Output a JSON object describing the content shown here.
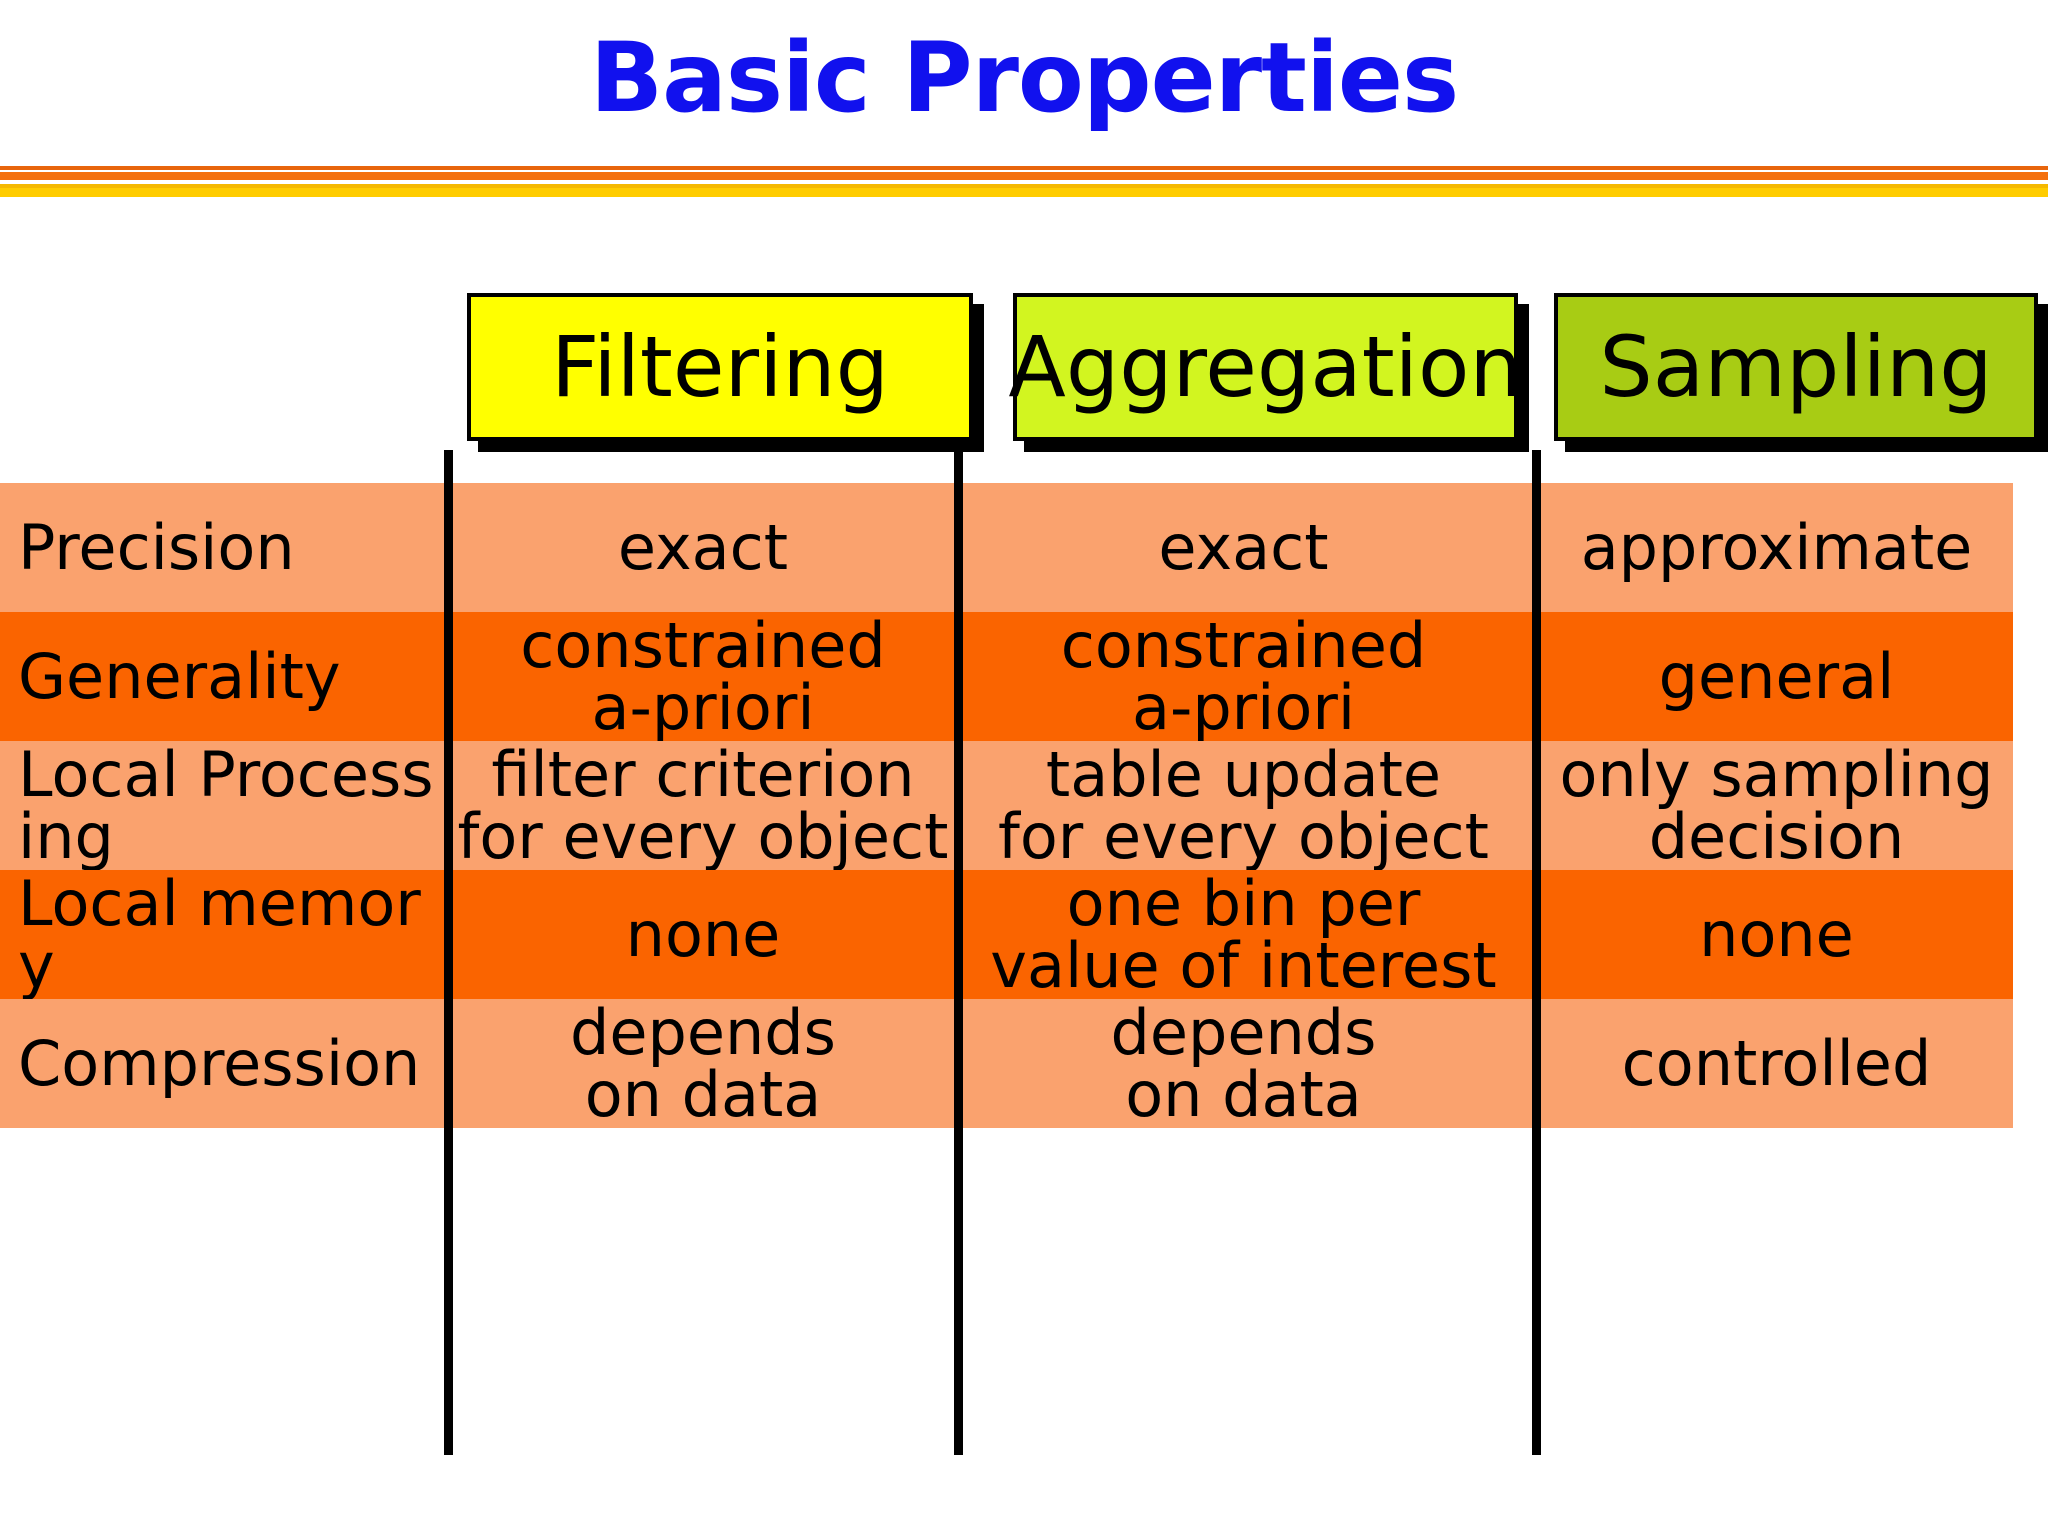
{
  "slide": {
    "title": "Basic Properties",
    "title_color": "#1111EE",
    "background": "#FFFFFF"
  },
  "divider": {
    "orange": "#F4700E",
    "gold": "#FFCC00"
  },
  "table": {
    "row_colors": {
      "light": "#FAA26E",
      "dark": "#FA6400"
    },
    "separator_color": "#000000",
    "column_headers": [
      {
        "label": "",
        "color": ""
      },
      {
        "label": "Filtering",
        "color": "#FFFF00"
      },
      {
        "label": "Aggregation",
        "color": "#D2F520"
      },
      {
        "label": "Sampling",
        "color": "#A8CC14"
      }
    ],
    "rows": [
      {
        "property": "Precision",
        "filtering": "exact",
        "aggregation": "exact",
        "sampling": "approximate",
        "shade": "light"
      },
      {
        "property": "Generality",
        "filtering": "constrained\na-priori",
        "aggregation": "constrained\na-priori",
        "sampling": "general",
        "shade": "dark"
      },
      {
        "property": "Local Processing",
        "filtering": "filter criterion\nfor every object",
        "aggregation": "table update\nfor every object",
        "sampling": "only sampling\ndecision",
        "shade": "light"
      },
      {
        "property": "Local memory",
        "filtering": "none",
        "aggregation": "one bin per\nvalue of interest",
        "sampling": "none",
        "shade": "dark"
      },
      {
        "property": "Compression",
        "filtering": "depends\non data",
        "aggregation": "depends\non data",
        "sampling": "controlled",
        "shade": "light"
      }
    ]
  }
}
